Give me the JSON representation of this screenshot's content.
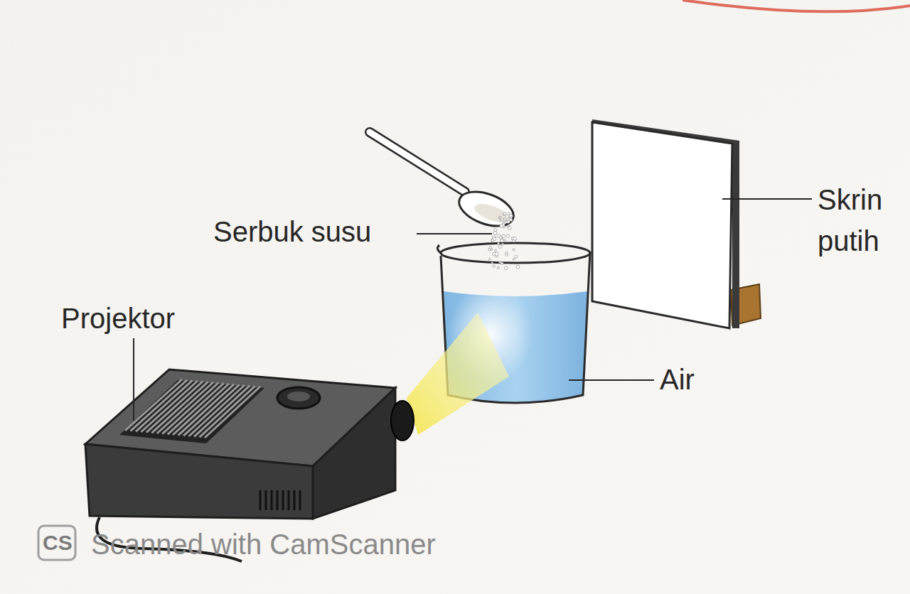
{
  "diagram": {
    "labels": [
      "Serbuk susu",
      "Projektor",
      "Air",
      "Skrin putih",
      "CS",
      "Scanned with CamScanner"
    ]
  }
}
